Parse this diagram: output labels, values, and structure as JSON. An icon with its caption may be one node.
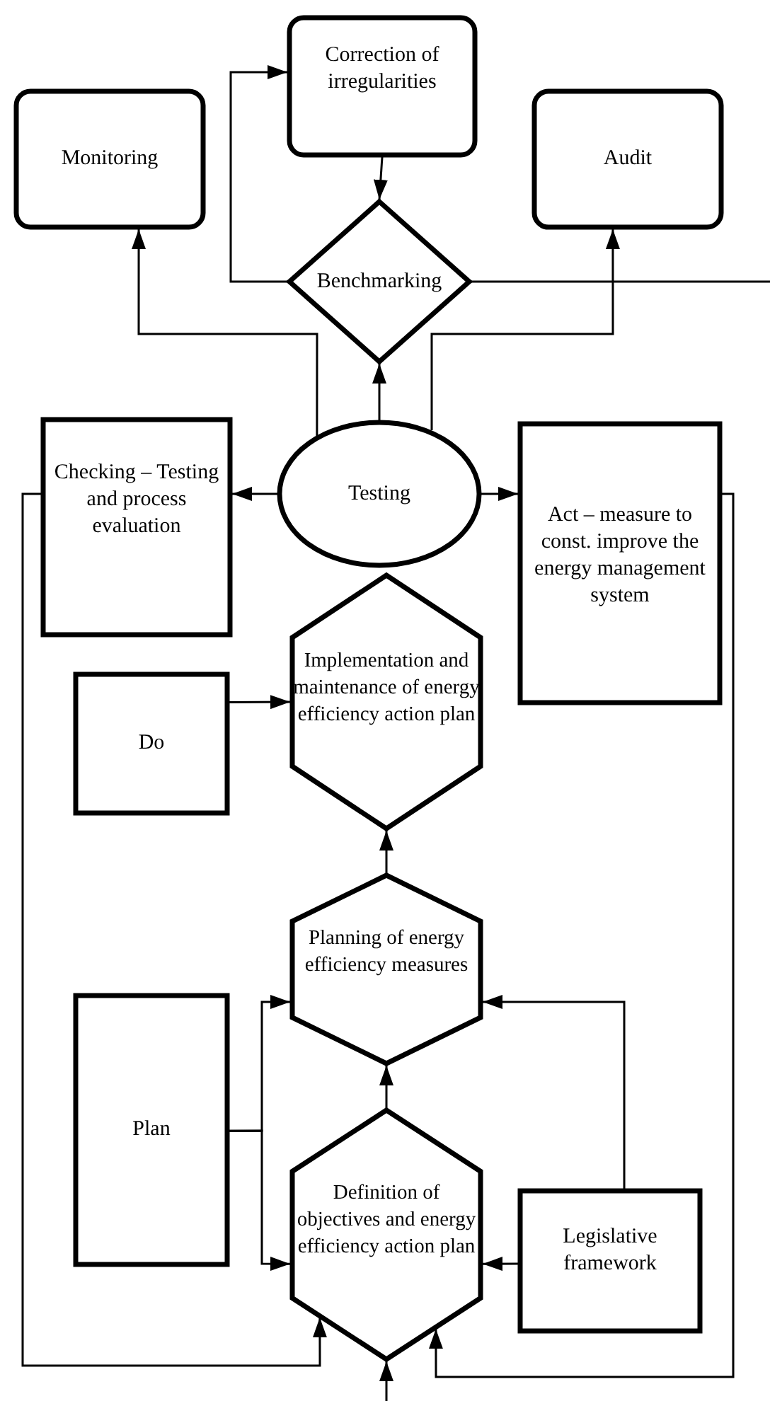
{
  "diagram": {
    "nodes": [
      {
        "text": [
          "Monitoring"
        ]
      },
      {
        "text": [
          "Correction of irregularities"
        ]
      },
      {
        "text": [
          "Audit"
        ]
      },
      {
        "text": [
          "Benchmarking"
        ]
      },
      {
        "text": [
          "Checking – Testing and process evaluation"
        ]
      },
      {
        "text": [
          "Testing"
        ]
      },
      {
        "text": [
          "Act – measure to const. improve the energy management system"
        ]
      },
      {
        "text": [
          "Do"
        ]
      },
      {
        "text": [
          "Implementation and maintenance of energy efficiency action plan"
        ]
      },
      {
        "text": [
          "Plan"
        ]
      },
      {
        "text": [
          "Planning of energy efficiency measures"
        ]
      },
      {
        "text": [
          "Definition of objectives and energy efficiency action plan"
        ]
      },
      {
        "text": [
          "Legislative framework"
        ]
      }
    ],
    "edges": [
      {
        "from": 1,
        "to": 3,
        "arrow": "to"
      },
      {
        "from": 3,
        "to": 1,
        "arrow": "to"
      },
      {
        "from": 3,
        "to": null,
        "arrow": "none"
      },
      {
        "from": 5,
        "to": 3,
        "arrow": "to"
      },
      {
        "from": 5,
        "to": 0,
        "arrow": "to"
      },
      {
        "from": 5,
        "to": 2,
        "arrow": "to"
      },
      {
        "from": 5,
        "to": 4,
        "arrow": "to"
      },
      {
        "from": 5,
        "to": 6,
        "arrow": "to"
      },
      {
        "from": 4,
        "to": 11,
        "arrow": "to"
      },
      {
        "from": 6,
        "to": 11,
        "arrow": "to"
      },
      {
        "from": 7,
        "to": 8,
        "arrow": "to"
      },
      {
        "from": 10,
        "to": 8,
        "arrow": "to"
      },
      {
        "from": 11,
        "to": 10,
        "arrow": "to"
      },
      {
        "from": 9,
        "to": 10,
        "arrow": "to"
      },
      {
        "from": 9,
        "to": 11,
        "arrow": "to"
      },
      {
        "from": 12,
        "to": 11,
        "arrow": "to"
      },
      {
        "from": 12,
        "to": 10,
        "arrow": "to"
      },
      {
        "from": null,
        "to": 11,
        "arrow": "to"
      }
    ]
  }
}
